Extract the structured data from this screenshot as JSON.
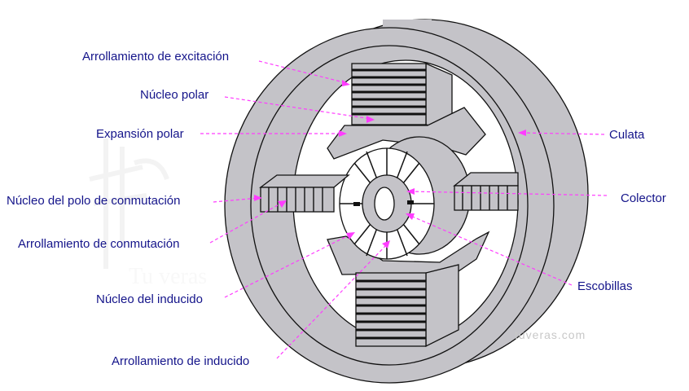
{
  "labels": {
    "arrollamiento_excitacion": "Arrollamiento de excitación",
    "nucleo_polar": "Núcleo polar",
    "expansion_polar": "Expansión polar",
    "culata": "Culata",
    "nucleo_polo_conmutacion": "Núcleo del polo de conmutación",
    "colector": "Colector",
    "arrollamiento_conmutacion": "Arrollamiento de conmutación",
    "escobillas": "Escobillas",
    "nucleo_inducido": "Núcleo del inducido",
    "arrollamiento_inducido": "Arrollamiento de inducido"
  },
  "watermarks": {
    "site": "tuveras.com",
    "logo": "Tu veras"
  },
  "colors": {
    "label": "#14148a",
    "leader": "#ff3cff",
    "metal": "#c4c3c8"
  }
}
